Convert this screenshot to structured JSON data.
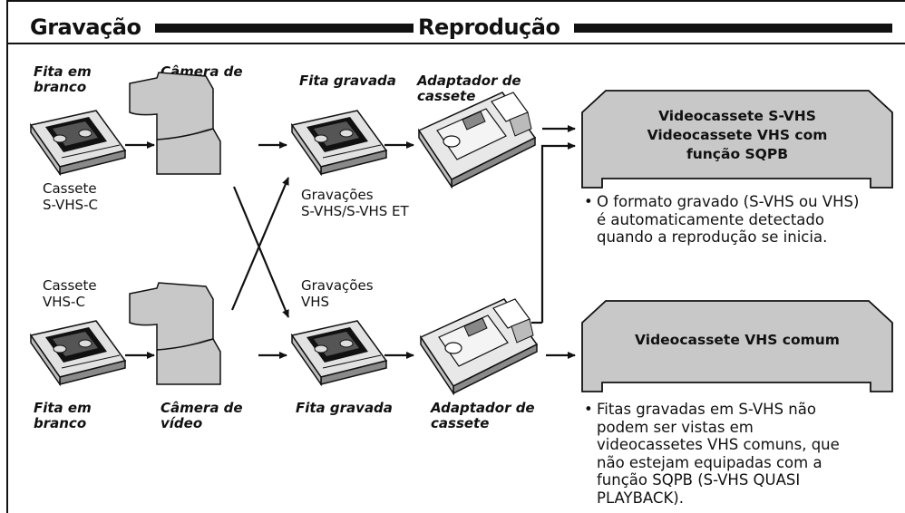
{
  "header": {
    "recording_title": "Gravação",
    "playback_title": "Reprodução"
  },
  "top_row": {
    "blank_tape_label": "Fita em\nbranco",
    "camera_label": "Câmera de\nvídeo",
    "recorded_tape_label": "Fita gravada",
    "adapter_label": "Adaptador de\ncassete",
    "cassette_caption": "Cassete\nS-VHS-C",
    "recordings_caption": "Gravações\nS-VHS/S-VHS ET"
  },
  "bottom_row": {
    "cassette_caption": "Cassete\nVHS-C",
    "recordings_caption": "Gravações\nVHS",
    "blank_tape_label": "Fita em\nbranco",
    "camera_label": "Câmera de\nvídeo",
    "recorded_tape_label": "Fita gravada",
    "adapter_label": "Adaptador de\ncassete"
  },
  "vcr_top": {
    "label": "Videocassete S-VHS\nVideocassete VHS com\nfunção SQPB",
    "note_bullet": "•",
    "note": "O formato gravado (S-VHS ou VHS) é automaticamente detectado quando a reprodução se inicia."
  },
  "vcr_bottom": {
    "label": "Videocassete VHS comum",
    "note_bullet": "•",
    "note": "Fitas gravadas em S-VHS não podem ser vistas em videocassetes VHS comuns, que não estejam equipadas com a função SQPB (S-VHS QUASI PLAYBACK)."
  },
  "colors": {
    "device_fill": "#c8c8c8",
    "line": "#111111",
    "tape_body": "#d9d9d9"
  }
}
